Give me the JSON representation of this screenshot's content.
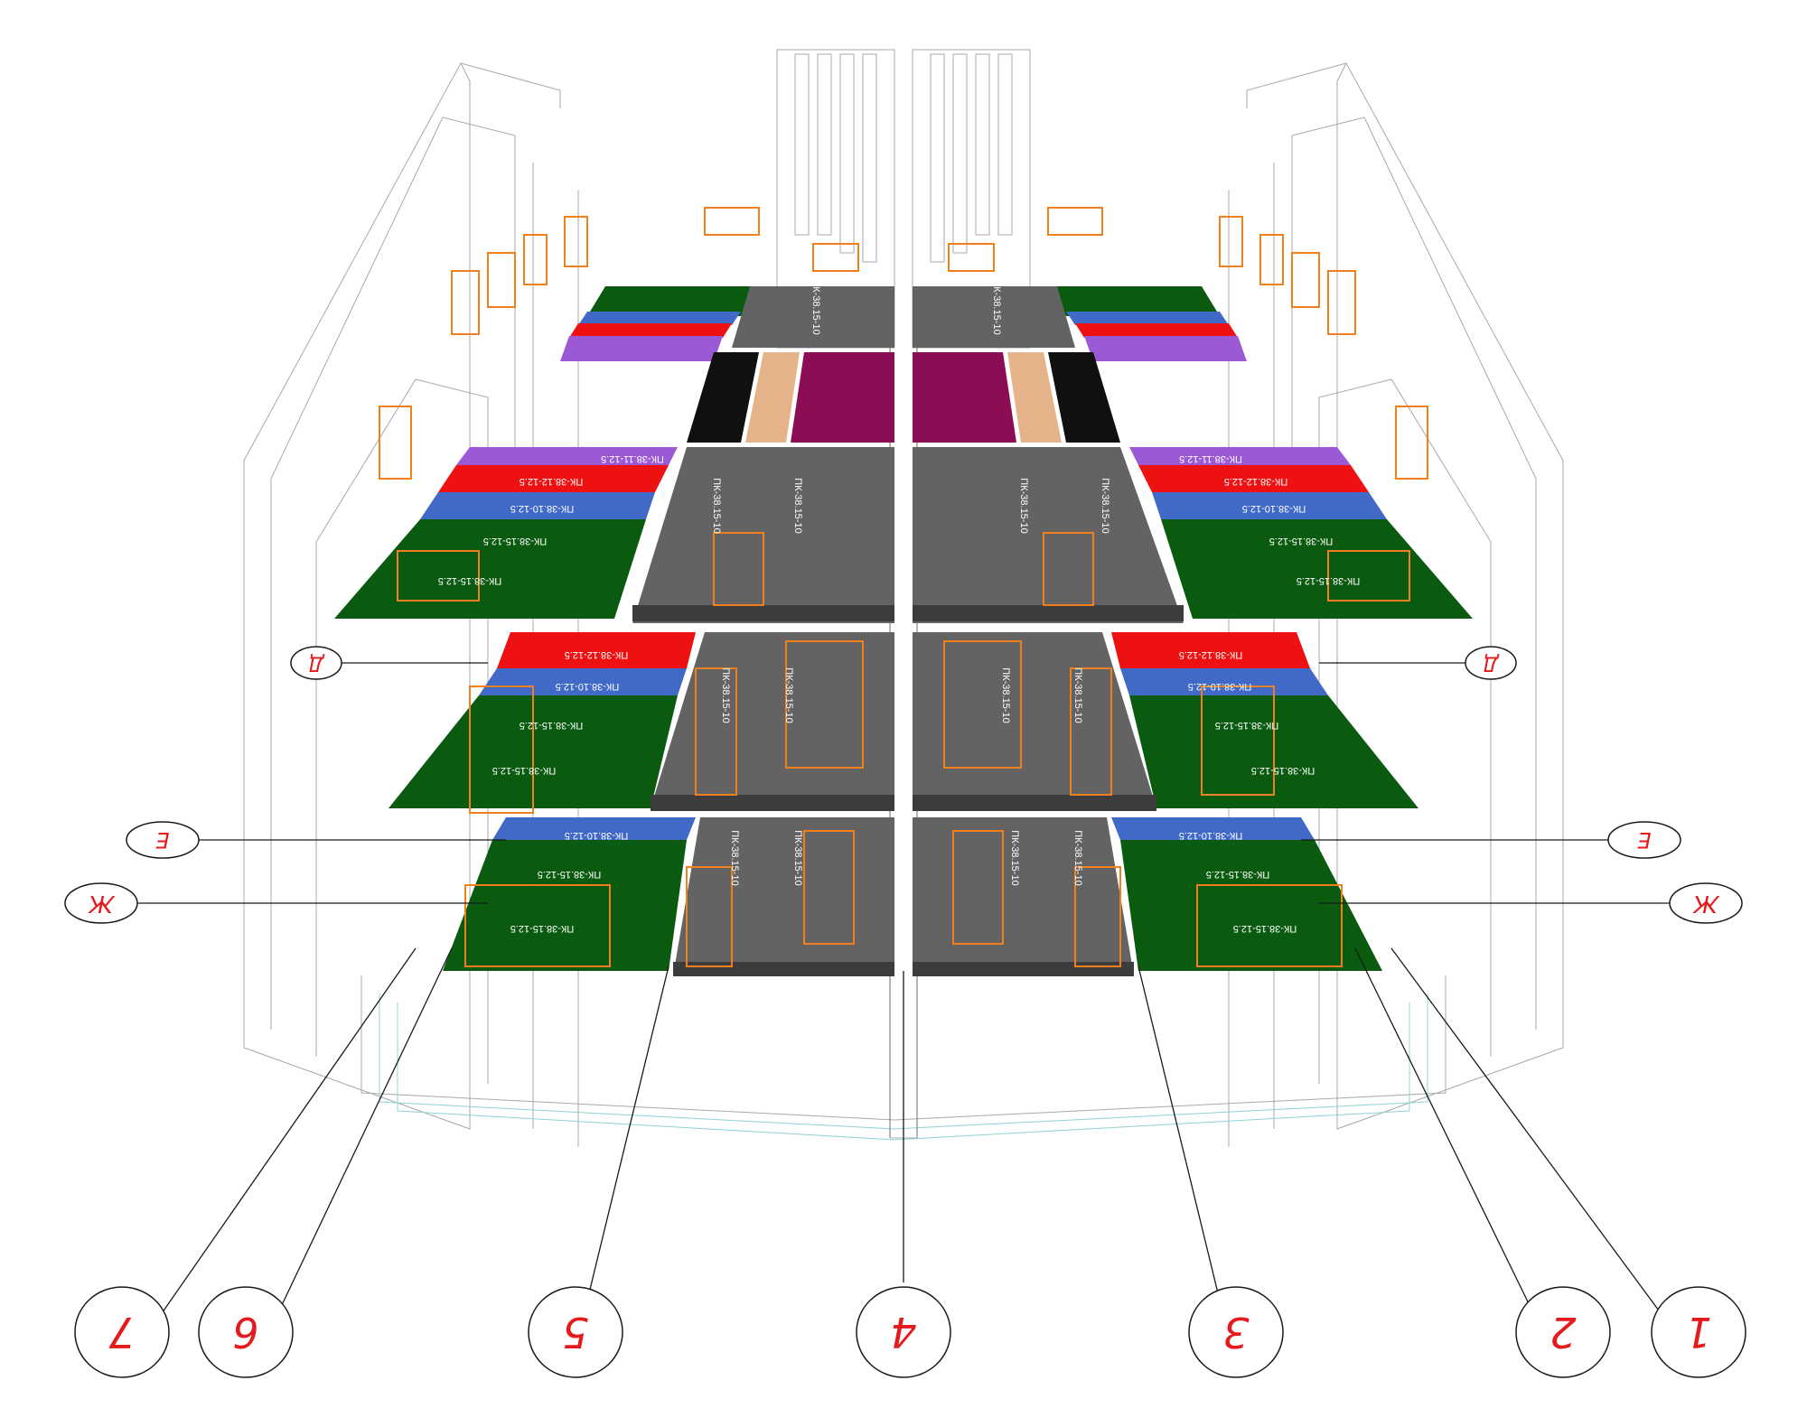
{
  "axes": {
    "bottom": [
      "7",
      "6",
      "5",
      "4",
      "3",
      "2",
      "1"
    ],
    "side": [
      "Д",
      "Е",
      "Ж"
    ]
  },
  "colors": {
    "green": "#0a5a10",
    "blue": "#4169c8",
    "red": "#ee1111",
    "purple": "#9b59d6",
    "grey": "#636363",
    "magenta": "#8b0d54",
    "black": "#101010",
    "tan": "#e6b48a",
    "orange": "#f07f1e",
    "axis_red": "#e41a1c"
  },
  "slab_labels": {
    "green": "ПК-38.15-12.5",
    "blue": "ПК-38.10-12.5",
    "red": "ПК-38.12-12.5",
    "purple": "ПК-38.11-12.5",
    "grey": "ПК-38.15-10"
  }
}
